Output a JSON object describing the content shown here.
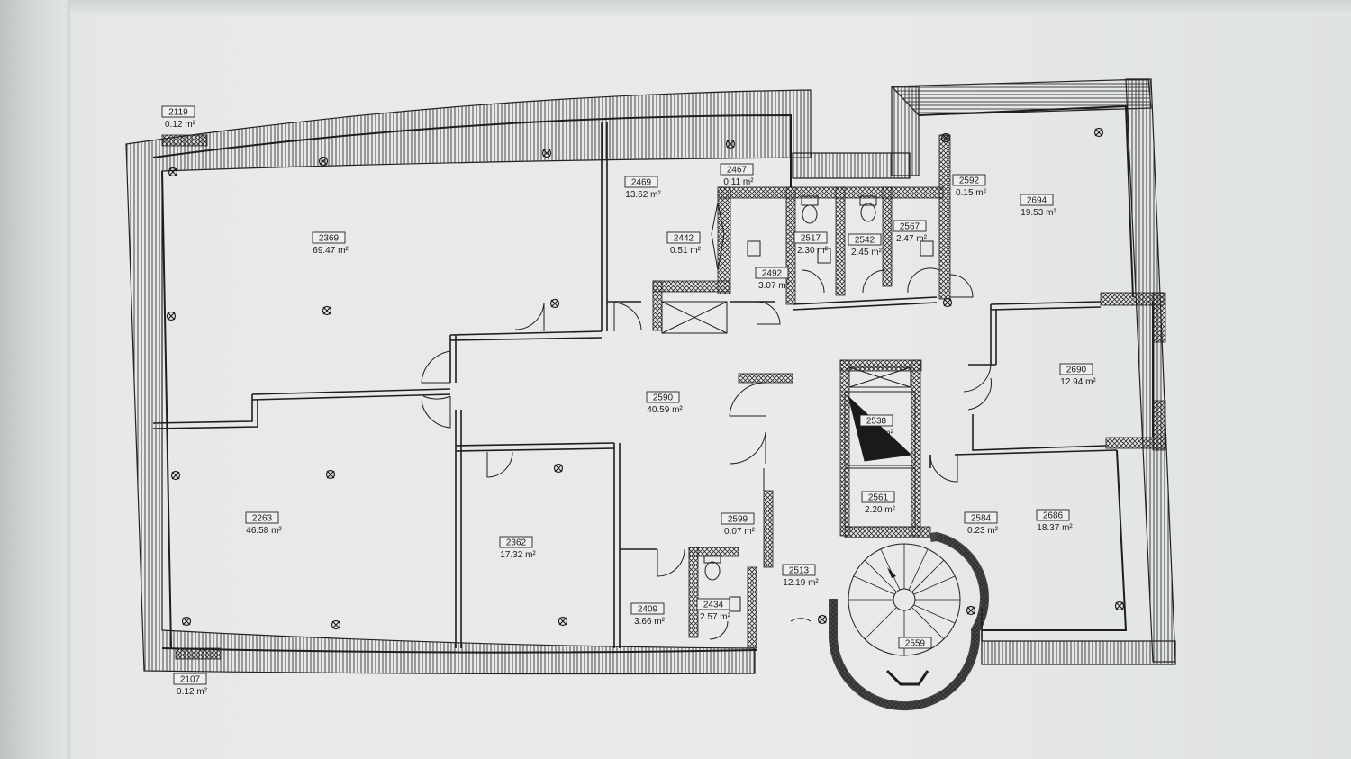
{
  "floorplan": {
    "rooms": [
      {
        "id": "2119",
        "area": "0.12 m²"
      },
      {
        "id": "2369",
        "area": "69.47 m²"
      },
      {
        "id": "2469",
        "area": "13.62 m²"
      },
      {
        "id": "2467",
        "area": "0.11 m²"
      },
      {
        "id": "2442",
        "area": "0.51 m²"
      },
      {
        "id": "2517",
        "area": "2.30 m²"
      },
      {
        "id": "2542",
        "area": "2.45 m²"
      },
      {
        "id": "2567",
        "area": "2.47 m²"
      },
      {
        "id": "2492",
        "area": "3.07 m²"
      },
      {
        "id": "2592",
        "area": "0.15 m²"
      },
      {
        "id": "2694",
        "area": "19.53 m²"
      },
      {
        "id": "2690",
        "area": "12.94 m²"
      },
      {
        "id": "2590",
        "area": "40.59 m²"
      },
      {
        "id": "2538",
        "area": "2.66 m²"
      },
      {
        "id": "2561",
        "area": "2.20 m²"
      },
      {
        "id": "2584",
        "area": "0.23 m²"
      },
      {
        "id": "2686",
        "area": "18.37 m²"
      },
      {
        "id": "2263",
        "area": "46.58 m²"
      },
      {
        "id": "2362",
        "area": "17.32 m²"
      },
      {
        "id": "2599",
        "area": "0.07 m²"
      },
      {
        "id": "2513",
        "area": "12.19 m²"
      },
      {
        "id": "2409",
        "area": "3.66 m²"
      },
      {
        "id": "2434",
        "area": "2.57 m²"
      },
      {
        "id": "2559",
        "area": ""
      },
      {
        "id": "2107",
        "area": "0.12 m²"
      }
    ]
  },
  "colors": {
    "ink": "#1e1e1e",
    "paper": "#e9ebea",
    "hatch": "#2a2a2a"
  }
}
